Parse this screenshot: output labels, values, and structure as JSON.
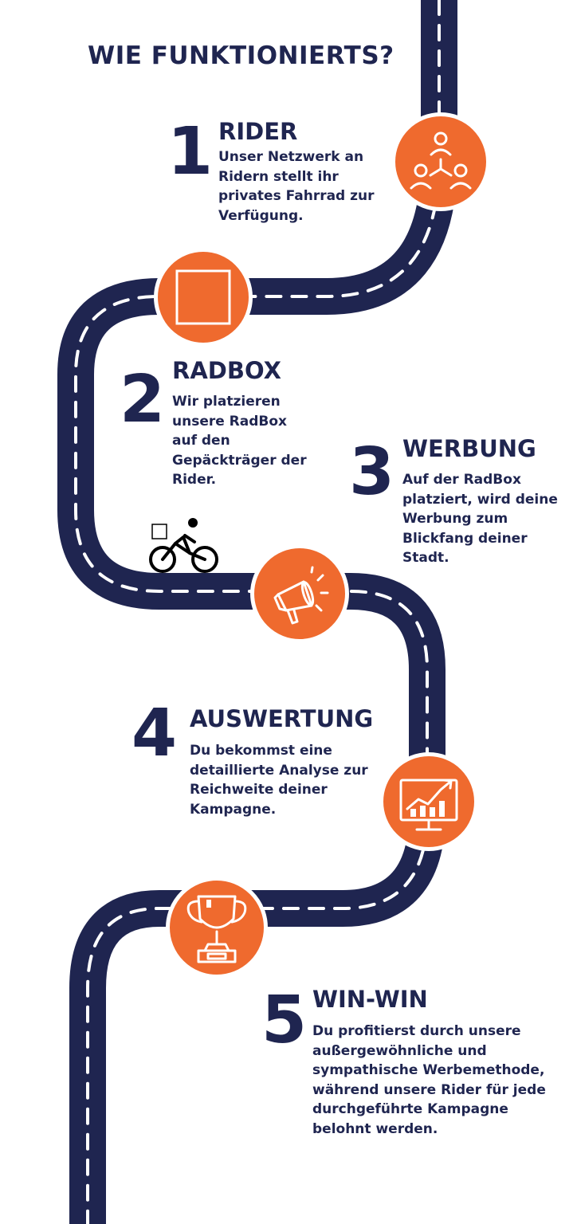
{
  "title": "WIE FUNKTIONIERTS?",
  "colors": {
    "road": "#1f2550",
    "dash": "#ffffff",
    "accent": "#ef6a2e",
    "text": "#1f2550"
  },
  "steps": [
    {
      "number": "1",
      "title": "RIDER",
      "description": "Unser Netzwerk an Ridern stellt ihr privates Fahrrad zur Verfügung.",
      "icon": "people-network-icon"
    },
    {
      "number": "2",
      "title": "RADBOX",
      "description": "Wir platzieren unsere RadBox auf den Gepäckträger der Rider.",
      "icon": "box-icon"
    },
    {
      "number": "3",
      "title": "WERBUNG",
      "description": "Auf der RadBox platziert, wird deine Werbung zum Blickfang deiner Stadt.",
      "icon": "megaphone-icon"
    },
    {
      "number": "4",
      "title": "AUSWERTUNG",
      "description": "Du bekommst eine detaillierte Analyse zur Reichweite deiner Kampagne.",
      "icon": "analytics-chart-icon"
    },
    {
      "number": "5",
      "title": "WIN-WIN",
      "description": "Du profitierst durch unsere außergewöhnliche und sympathische Werbemethode, während unsere Rider für jede durchgeführte Kampagne belohnt werden.",
      "icon": "trophy-icon"
    }
  ],
  "decor": {
    "road_icon": "road-path",
    "bike_icon": "cyclist-with-box-icon"
  }
}
